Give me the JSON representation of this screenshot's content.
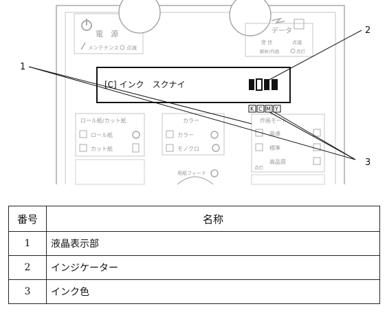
{
  "panel": {
    "power_label": "電　源",
    "maintenance_label": "メンテナンス",
    "blink_label": "点滅",
    "data_label": "データ",
    "data_receive": "受 信",
    "data_blink": "点滅",
    "cancel_label": "解析/作画",
    "lit_label": "点灯",
    "lcd_text": "[C]  インク　スクナイ",
    "ink_colors": [
      "K",
      "C",
      "M",
      "Y"
    ],
    "paper_group_title": "ロール紙/カット紙",
    "roll_paper": "ロール紙",
    "cut_paper": "カット紙",
    "color_group_title": "カラー",
    "color_option": "カラー",
    "mono_option": "モノクロ",
    "mode_group_title": "作画モード",
    "mode_fast": "高速",
    "mode_standard": "標準",
    "mode_high": "高品質",
    "lit_note": "点灯",
    "feed_label": "用紙フィード",
    "callouts": [
      "1",
      "2",
      "3"
    ]
  },
  "table": {
    "headers": [
      "番号",
      "名称"
    ],
    "rows": [
      {
        "no": "1",
        "name": "液晶表示部"
      },
      {
        "no": "2",
        "name": "インジケーター"
      },
      {
        "no": "3",
        "name": "インク色"
      }
    ]
  }
}
